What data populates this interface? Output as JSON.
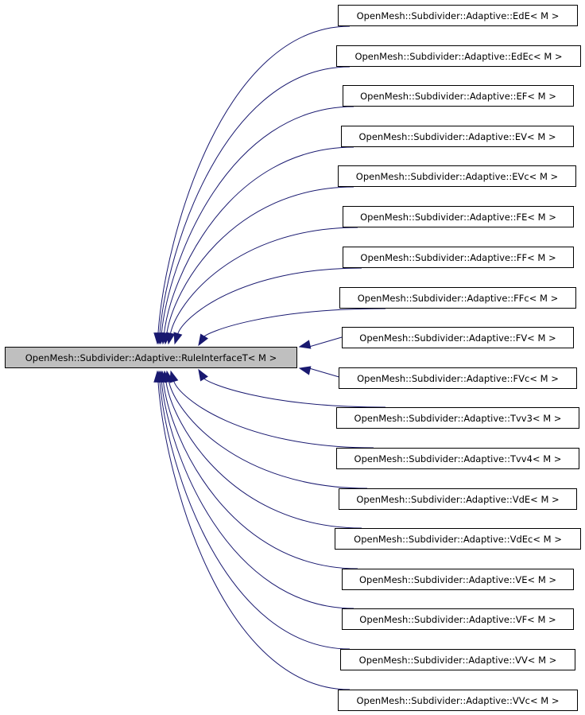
{
  "diagram": {
    "base": {
      "label": "OpenMesh::Subdivider::Adaptive::RuleInterfaceT< M >"
    },
    "derived": [
      {
        "label": "OpenMesh::Subdivider::Adaptive::EdE< M >"
      },
      {
        "label": "OpenMesh::Subdivider::Adaptive::EdEc< M >"
      },
      {
        "label": "OpenMesh::Subdivider::Adaptive::EF< M >"
      },
      {
        "label": "OpenMesh::Subdivider::Adaptive::EV< M >"
      },
      {
        "label": "OpenMesh::Subdivider::Adaptive::EVc< M >"
      },
      {
        "label": "OpenMesh::Subdivider::Adaptive::FE< M >"
      },
      {
        "label": "OpenMesh::Subdivider::Adaptive::FF< M >"
      },
      {
        "label": "OpenMesh::Subdivider::Adaptive::FFc< M >"
      },
      {
        "label": "OpenMesh::Subdivider::Adaptive::FV< M >"
      },
      {
        "label": "OpenMesh::Subdivider::Adaptive::FVc< M >"
      },
      {
        "label": "OpenMesh::Subdivider::Adaptive::Tvv3< M >"
      },
      {
        "label": "OpenMesh::Subdivider::Adaptive::Tvv4< M >"
      },
      {
        "label": "OpenMesh::Subdivider::Adaptive::VdE< M >"
      },
      {
        "label": "OpenMesh::Subdivider::Adaptive::VdEc< M >"
      },
      {
        "label": "OpenMesh::Subdivider::Adaptive::VE< M >"
      },
      {
        "label": "OpenMesh::Subdivider::Adaptive::VF< M >"
      },
      {
        "label": "OpenMesh::Subdivider::Adaptive::VV< M >"
      },
      {
        "label": "OpenMesh::Subdivider::Adaptive::VVc< M >"
      }
    ],
    "colors": {
      "edge": "#191970",
      "base_fill": "#bfbfbf",
      "node_fill": "#ffffff",
      "node_border": "#000000"
    }
  }
}
